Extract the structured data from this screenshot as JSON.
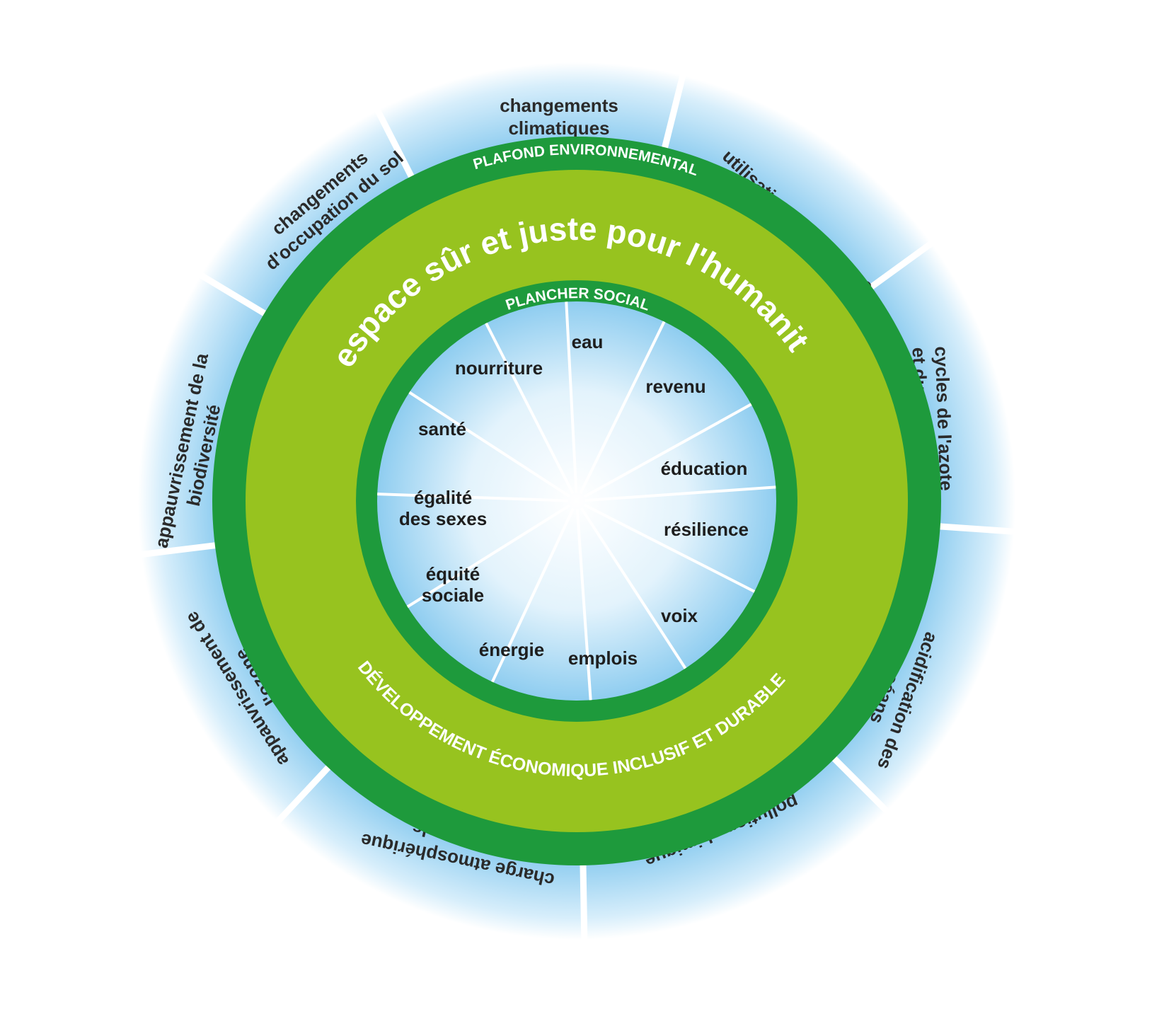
{
  "colors": {
    "sky_light": "#ffffff",
    "sky_blue": "#8fcdf0",
    "ring_dark_green": "#1e9a3c",
    "ring_light_green": "#97c31f",
    "divider": "#ffffff",
    "text_dark": "#2a2a2a",
    "text_white": "#ffffff"
  },
  "environmental_ceiling": {
    "label": "PLAFOND ENVIRONNEMENTAL",
    "sectors": [
      {
        "lines": [
          "changements",
          "climatiques"
        ]
      },
      {
        "lines": [
          "utilisation d'eau douce"
        ]
      },
      {
        "lines": [
          "cycles de l'azote",
          "et du phosphore"
        ]
      },
      {
        "lines": [
          "acidification des",
          "océans"
        ]
      },
      {
        "lines": [
          "pollution chimique"
        ]
      },
      {
        "lines": [
          "charge atmosphérique",
          "en aérosols"
        ]
      },
      {
        "lines": [
          "appauvrissement de",
          "l'ozone"
        ]
      },
      {
        "lines": [
          "appauvrissement de la",
          "biodiversité"
        ]
      },
      {
        "lines": [
          "changements",
          "d'occupation du sol"
        ]
      }
    ]
  },
  "safe_space": {
    "title": "l'espace sûr et juste pour l'humanité",
    "bottom_label": "DÉVELOPPEMENT ÉCONOMIQUE INCLUSIF ET DURABLE"
  },
  "social_foundation": {
    "label": "PLANCHER SOCIAL",
    "sectors": [
      {
        "lines": [
          "eau"
        ]
      },
      {
        "lines": [
          "revenu"
        ]
      },
      {
        "lines": [
          "éducation"
        ]
      },
      {
        "lines": [
          "résilience"
        ]
      },
      {
        "lines": [
          "voix"
        ]
      },
      {
        "lines": [
          "emplois"
        ]
      },
      {
        "lines": [
          "énergie"
        ]
      },
      {
        "lines": [
          "équité",
          "sociale"
        ]
      },
      {
        "lines": [
          "égalité",
          "des sexes"
        ]
      },
      {
        "lines": [
          "santé"
        ]
      },
      {
        "lines": [
          "nourriture"
        ]
      }
    ]
  }
}
